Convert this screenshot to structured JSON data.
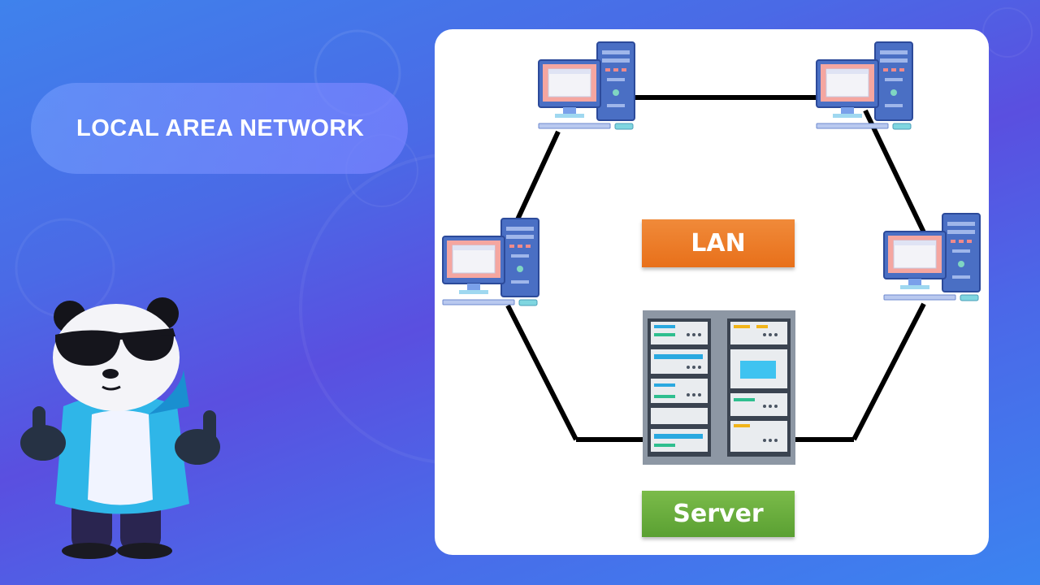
{
  "title": "LOCAL AREA NETWORK",
  "diagram": {
    "center_label": "LAN",
    "server_label": "Server",
    "nodes": [
      "computer-top-left",
      "computer-top-right",
      "computer-middle-left",
      "computer-middle-right",
      "server-rack"
    ],
    "colors": {
      "lan_box": "#ee7a27",
      "server_box": "#66a83c",
      "monitor_screen": "#f5a6a0",
      "computer_body": "#4a6fc4",
      "link_line": "#000000"
    }
  },
  "mascot": {
    "icon": "panda-with-sunglasses-icon"
  }
}
